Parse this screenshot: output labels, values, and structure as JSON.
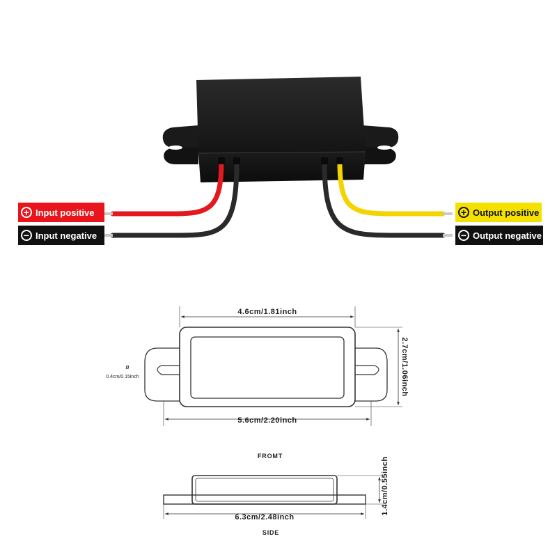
{
  "wire_labels": {
    "input_positive": {
      "text": "Input positive",
      "sign": "+",
      "bg": "#e8151c",
      "fg": "#ffffff"
    },
    "input_negative": {
      "text": "Input negative",
      "sign": "−",
      "bg": "#111111",
      "fg": "#ffffff"
    },
    "output_positive": {
      "text": "Output positive",
      "sign": "+",
      "bg": "#f5e100",
      "fg": "#111111"
    },
    "output_negative": {
      "text": "Output negative",
      "sign": "−",
      "bg": "#111111",
      "fg": "#ffffff"
    }
  },
  "wire_colors": {
    "red": "#e3191f",
    "yellow": "#f3d400",
    "black": "#2a2a2a"
  },
  "dimensions": {
    "top_width": "4.6cm/1.81inch",
    "body_width": "5.6cm/2.20inch",
    "height": "2.7cm/1.06inch",
    "hole": "0.4cm/0.15inch",
    "hole_symbol": "ø",
    "overall_width": "6.3cm/2.48inch",
    "thickness": "1.4cm/0.55inch"
  },
  "views": {
    "front": "FROMT",
    "side": "SIDE"
  }
}
